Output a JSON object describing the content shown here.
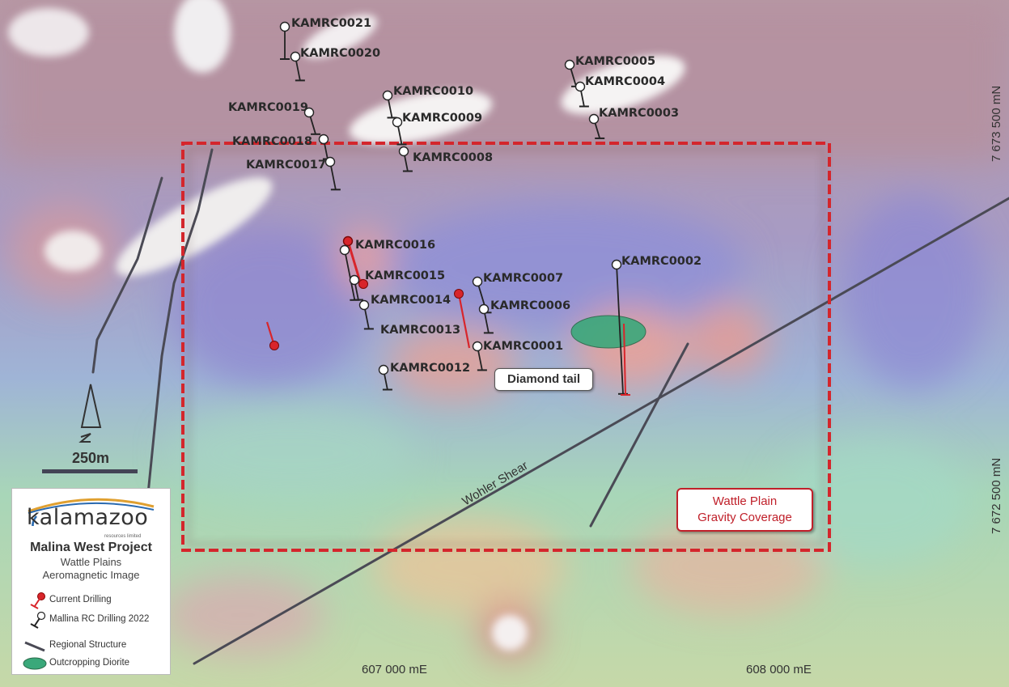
{
  "map": {
    "easting_labels": [
      "607 000 mE",
      "608 000 mE"
    ],
    "northing_labels": [
      "7 673 500 mN",
      "7 672 500 mN"
    ],
    "scale_label": "250m",
    "structure_label": "Wohler Shear",
    "callouts": {
      "diamond_tail": "Diamond tail",
      "gravity_line1": "Wattle Plain",
      "gravity_line2": "Gravity Coverage"
    },
    "holes": [
      "KAMRC0021",
      "KAMRC0020",
      "KAMRC0005",
      "KAMRC0004",
      "KAMRC0010",
      "KAMRC0019",
      "KAMRC0009",
      "KAMRC0003",
      "KAMRC0018",
      "KAMRC0008",
      "KAMRC0017",
      "KAMRC0016",
      "KAMRC0002",
      "KAMRC0015",
      "KAMRC0007",
      "KAMRC0014",
      "KAMRC0006",
      "KAMRC0013",
      "KAMRC0001",
      "KAMRC0012"
    ],
    "colors": {
      "current_drilling": "#d8252b",
      "rc_drilling": "#222222",
      "outcropping_diorite": "#3aa87a",
      "gravity_box": "#d8252b"
    }
  },
  "legend": {
    "logo": "kalamazoo",
    "logo_sub": "resources limited",
    "title": "Malina West Project",
    "subtitle_line1": "Wattle Plains",
    "subtitle_line2": "Aeromagnetic Image",
    "items": [
      {
        "label": "Current Drilling"
      },
      {
        "label": "Mallina RC Drilling 2022"
      },
      {
        "label": "Regional Structure"
      },
      {
        "label": "Outcropping Diorite"
      }
    ]
  }
}
